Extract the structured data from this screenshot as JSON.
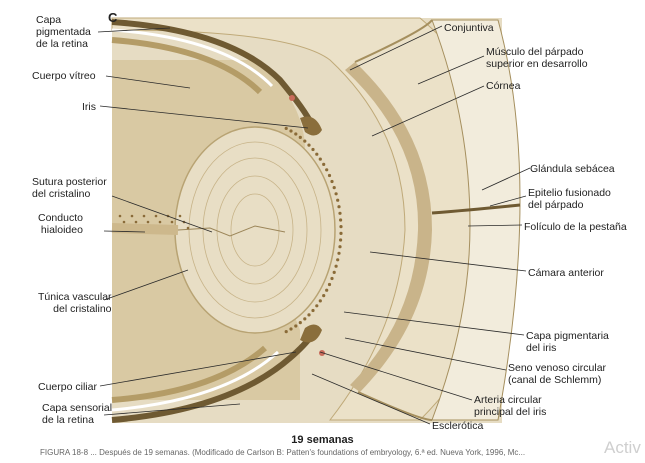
{
  "panel_letter": "C",
  "labels_left": {
    "capa_pigmentada": "Capa\npigmentada\nde la retina",
    "cuerpo_vitreo": "Cuerpo vítreo",
    "iris": "Iris",
    "sutura_posterior": "Sutura posterior\ndel cristalino",
    "conducto_hialoideo": "Conducto\nhialoideo",
    "tunica_vascular": "Túnica vascular\ndel cristalino",
    "cuerpo_ciliar": "Cuerpo ciliar",
    "capa_sensorial": "Capa sensorial\nde la retina"
  },
  "labels_right": {
    "conjuntiva": "Conjuntiva",
    "musculo_parpado": "Músculo del párpado\nsuperior en desarrollo",
    "cornea": "Córnea",
    "glandula_sebacea": "Glándula sebácea",
    "epitelio_fusionado": "Epitelio fusionado\ndel párpado",
    "foliculo_pestana": "Folículo de la pestaña",
    "camara_anterior": "Cámara anterior",
    "capa_pigmentaria_iris": "Capa pigmentaria\ndel iris",
    "seno_venoso": "Seno venoso circular\n(canal de Schlemm)",
    "arteria_circular": "Arteria circular\nprincipal del iris",
    "esclerotica": "Esclerótica"
  },
  "caption_title": "19 semanas",
  "caption_line": "FIGURA 18-8  ... Después de 19 semanas. (Modificado de Carlson B: Patten's foundations of embryology, 6.ª ed. Nueva York, 1996, Mc...",
  "watermark": "Activ",
  "colors": {
    "tan": "#c9b48a",
    "light_tan": "#e6dcc3",
    "pale": "#f2ecdc",
    "dark_brown": "#6f5a32",
    "line": "#2a2a2a"
  }
}
